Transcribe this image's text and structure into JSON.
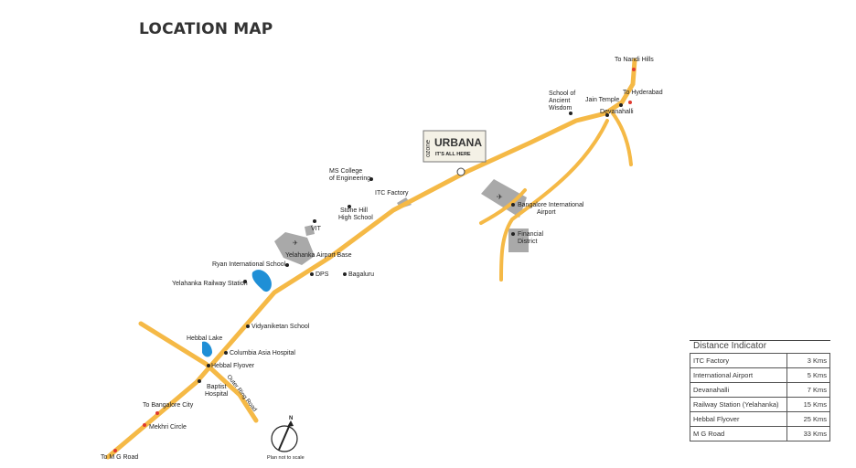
{
  "title": "LOCATION MAP",
  "brand": {
    "vertical": "ozone",
    "name": "URBANA",
    "tagline": "IT'S ALL HERE"
  },
  "places": {
    "nandi": "To Nandi Hills",
    "hyderabad": "To Hyderabad",
    "jain": "Jain Temple",
    "devanahalli": "Devanahalli",
    "school_l1": "School of",
    "school_l2": "Ancient",
    "school_l3": "Wisdom",
    "ms_l1": "MS College",
    "ms_l2": "of Engineering",
    "itc": "ITC Factory",
    "airport_l1": "Bangalore International",
    "airport_l2": "Airport",
    "fin_l1": "Financial",
    "fin_l2": "District",
    "stonehill_l1": "Stone Hill",
    "stonehill_l2": "High School",
    "vit": "VIT",
    "yel_base": "Yelahanka Airport Base",
    "ryan": "Ryan International School",
    "dps": "DPS",
    "bagaluru": "Bagaluru",
    "yel_station": "Yelahanka Railway Station",
    "vidya": "Vidyaniketan School",
    "hebbal_lake": "Hebbal Lake",
    "columbia": "Columbia Asia Hospital",
    "hebbal_flyover": "Hebbal Flyover",
    "baptist_l1": "Baptist",
    "baptist_l2": "Hospital",
    "to_city": "To Bangalore City",
    "mekhri": "Mekhri Circle",
    "mg_road": "To M G Road",
    "orr": "Outer Ring Road",
    "scale": "Plan not to scale",
    "compass": "N"
  },
  "legend": {
    "heading": "Distance Indicator",
    "rows": [
      {
        "place": "ITC Factory",
        "dist": "3 Kms"
      },
      {
        "place": "International Airport",
        "dist": "5 Kms"
      },
      {
        "place": "Devanahalli",
        "dist": "7 Kms"
      },
      {
        "place": "Railway Station (Yelahanka)",
        "dist": "15 Kms"
      },
      {
        "place": "Hebbal Flyover",
        "dist": "25 Kms"
      },
      {
        "place": "M G Road",
        "dist": "33 Kms"
      }
    ]
  },
  "colors": {
    "road": "#f5b946",
    "water": "#1f8fd6",
    "zone": "#a9a9a9",
    "marker": "#e03a2f"
  }
}
